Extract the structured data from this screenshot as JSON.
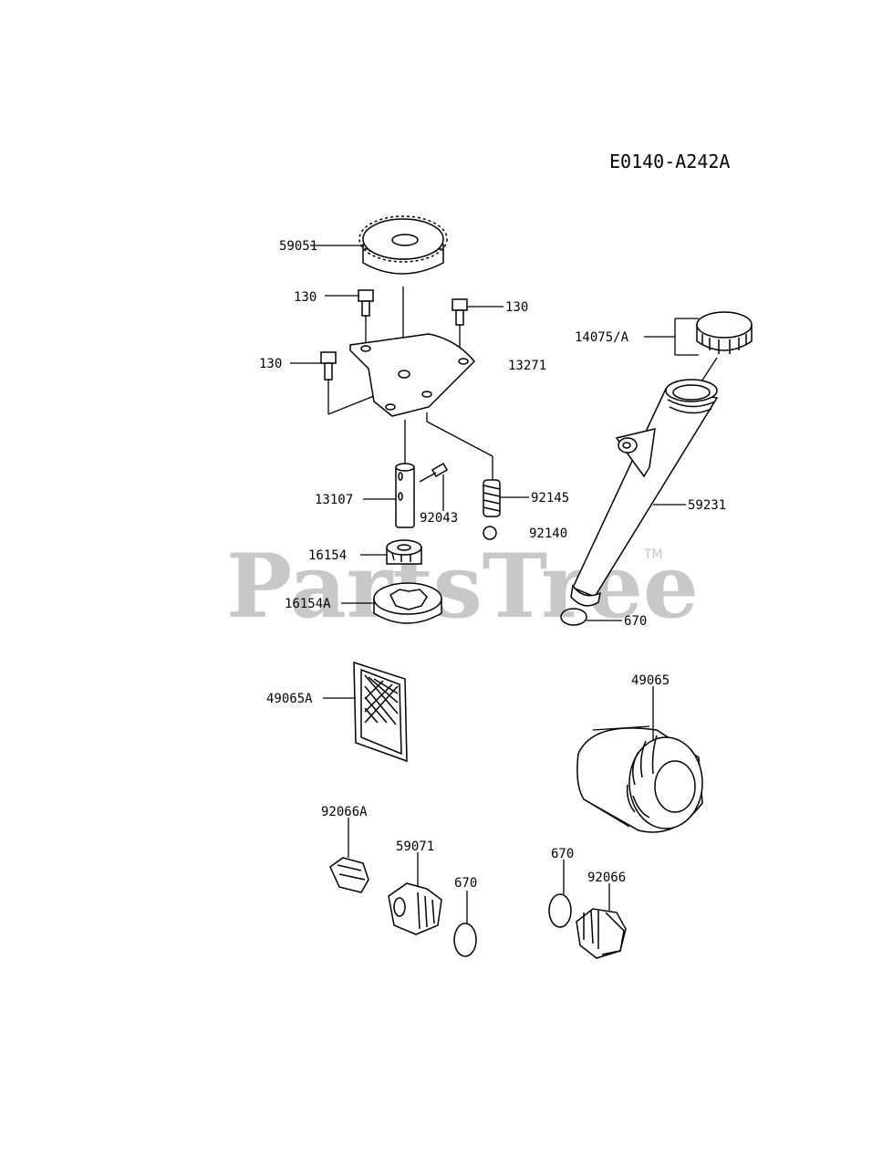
{
  "diagram_code": "E0140-A242A",
  "watermark": {
    "text": "PartsTree",
    "tm": "TM"
  },
  "labels": {
    "gear": "59051",
    "bolt_left_top": "130",
    "bolt_right_top": "130",
    "bolt_left": "130",
    "cover": "13271",
    "dipstick_cap": "14075/A",
    "shaft": "13107",
    "pin": "92043",
    "spring": "92145",
    "ball": "92140",
    "inner_rotor": "16154",
    "outer_rotor": "16154A",
    "dipstick_tube": "59231",
    "oring_tube": "670",
    "screen": "49065A",
    "oil_filter": "49065",
    "plug_left": "92066A",
    "fitting": "59071",
    "oring_center": "670",
    "oring_right": "670",
    "plug_right": "92066"
  }
}
